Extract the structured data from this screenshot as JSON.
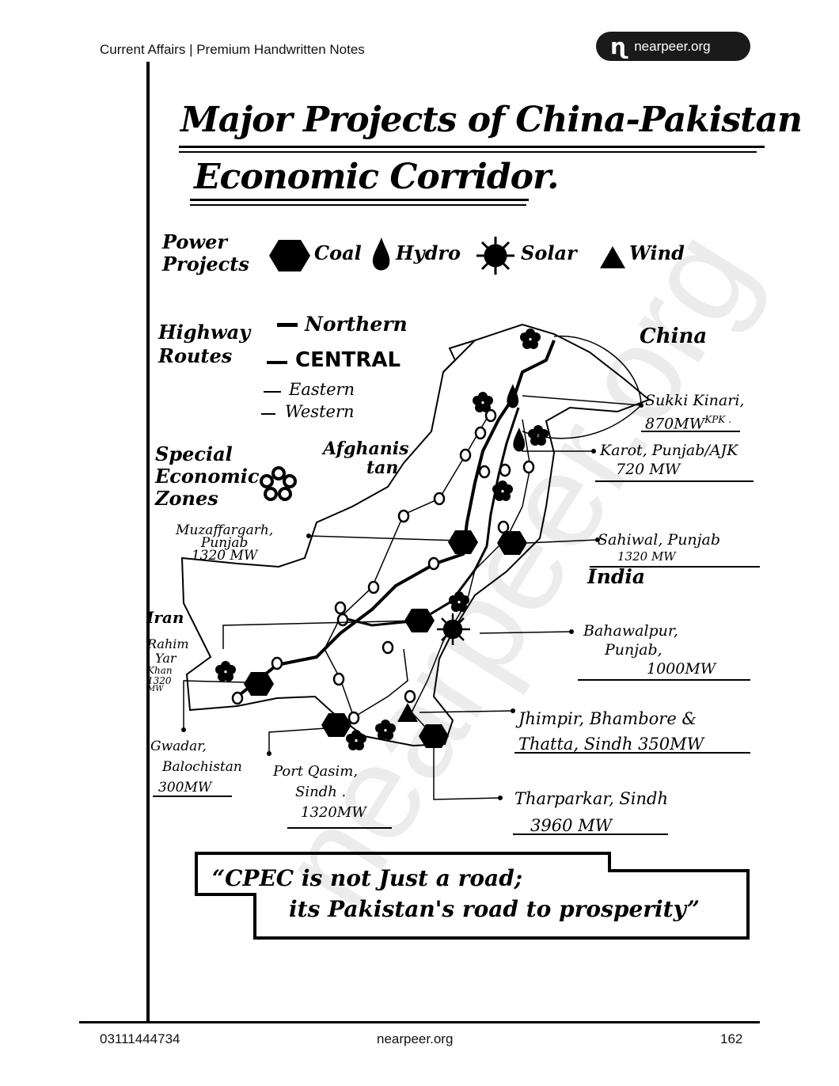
{
  "header": {
    "left_text": "Current Affairs | Premium Handwritten Notes",
    "logo_text": "nearpeer.org"
  },
  "title": {
    "line1": "Major Projects of China-Pakistan",
    "line2": "Economic Corridor."
  },
  "legend": {
    "power_projects_label_1": "Power",
    "power_projects_label_2": "Projects",
    "items": [
      {
        "icon": "hexagon-icon",
        "label": "Coal"
      },
      {
        "icon": "drop-icon",
        "label": "Hydro"
      },
      {
        "icon": "sun-icon",
        "label": "Solar"
      },
      {
        "icon": "triangle-icon",
        "label": "Wind"
      }
    ],
    "highway_label_1": "Highway",
    "highway_label_2": "Routes",
    "routes": [
      "Northern",
      "CENTRAL",
      "Eastern",
      "Western"
    ],
    "sez_label_1": "Special",
    "sez_label_2": "Economic",
    "sez_label_3": "Zones",
    "sez_icon": "flower-icon"
  },
  "map": {
    "regions": {
      "afghanistan_1": "Afghanis",
      "afghanistan_2": "tan",
      "china": "China",
      "india": "India",
      "iran": "Iran"
    },
    "projects": [
      {
        "place": "Sukki Kinari,",
        "region": "KPK .",
        "capacity": "870MW",
        "type": "Hydro"
      },
      {
        "place": "Karot, Punjab/AJK",
        "capacity": "720 MW",
        "type": "Hydro"
      },
      {
        "place": "Muzaffargarh,",
        "region": "Punjab",
        "capacity": "1320 MW",
        "type": "Coal"
      },
      {
        "place": "Sahiwal, Punjab",
        "capacity": "1320 MW",
        "type": "Coal"
      },
      {
        "place": "Rahim",
        "place2": "Yar",
        "place3": "Khan",
        "capacity": "1320",
        "unit": "MW",
        "type": "Coal"
      },
      {
        "place": "Bahawalpur,",
        "region": "Punjab,",
        "capacity": "1000MW",
        "type": "Solar"
      },
      {
        "place": "Jhimpir, Bhambore &",
        "region": "Thatta, Sindh 350MW",
        "type": "Wind"
      },
      {
        "place": "Gwadar,",
        "region": "Balochistan",
        "capacity": "300MW",
        "type": "Coal"
      },
      {
        "place": "Port Qasim,",
        "region": "Sindh .",
        "capacity": "1320MW",
        "type": "Coal"
      },
      {
        "place": "Tharparkar, Sindh",
        "capacity": "3960 MW",
        "type": "Coal"
      }
    ]
  },
  "quote": {
    "line1": "“CPEC is not Just a road;",
    "line2": "its Pakistan's road to prosperity”"
  },
  "watermark": "nearpeer.org",
  "footer": {
    "phone": "03111444734",
    "site": "nearpeer.org",
    "page": "162"
  }
}
